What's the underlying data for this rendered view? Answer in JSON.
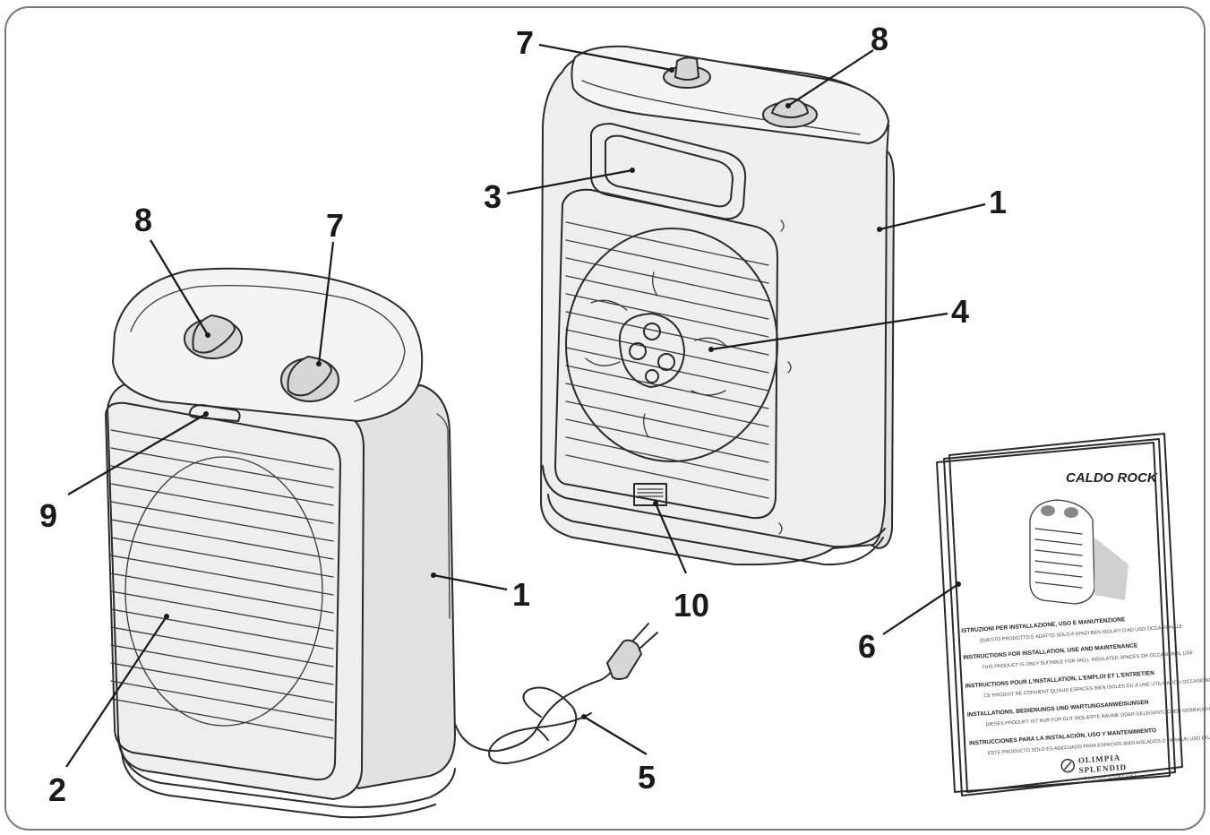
{
  "callouts": {
    "front_heater": {
      "body": "1",
      "grille": "2",
      "cord": "5",
      "knob_left": "8",
      "knob_right": "7",
      "indicator": "9"
    },
    "rear_heater": {
      "knob_left": "7",
      "knob_right": "8",
      "handle": "3",
      "body": "1",
      "rear_grille": "4",
      "switch": "10"
    },
    "manual": "6"
  },
  "manual": {
    "title": "CALDO ROCK",
    "lines": [
      {
        "strong": "ISTRUZIONI PER INSTALLAZIONE, USO E MANUTENZIONE",
        "small": "QUESTO PRODOTTO È ADATTO SOLO A SPAZI BEN ISOLATI O AD USO OCCASIONALE"
      },
      {
        "strong": "INSTRUCTIONS FOR INSTALLATION, USE AND MAINTENANCE",
        "small": "THIS PRODUCT IS ONLY SUITABLE FOR WELL INSULATED SPACES OR OCCASIONAL USE"
      },
      {
        "strong": "INSTRUCTIONS POUR L'INSTALLATION, L'EMPLOI ET L'ENTRETIEN",
        "small": "CE PRODUIT NE CONVIENT QU'AUX ESPACES BIEN ISOLÉS OU À UNE UTILISATION OCCASIONNELLE"
      },
      {
        "strong": "INSTALLATIONS, BEDIENUNGS UND WARTUNGSANWEISUNGEN",
        "small": "DIESES PRODUKT IST NUR FÜR GUT ISOLIERTE RÄUME ODER GELEGENTLICHEN GEBRAUCH GEEIGNET"
      },
      {
        "strong": "INSTRUCCIONES PARA LA INSTALACIÓN, USO Y MANTENIMIENTO",
        "small": "ESTE PRODUCTO SÓLO ES ADECUADO PARA ESPACIOS BIEN AISLADOS O PARA UN USO OCASIONAL"
      }
    ],
    "brand": {
      "line1": "OLIMPIA",
      "line2": "SPLENDID",
      "tagline": "HOME OF COMFORT"
    }
  }
}
